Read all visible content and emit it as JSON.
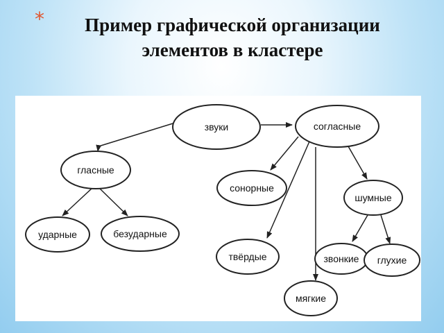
{
  "slide": {
    "bullet": "*",
    "title_line1": "Пример графической организации",
    "title_line2": "элементов в кластере"
  },
  "diagram": {
    "nodes": [
      {
        "id": "zvuki",
        "label": "звуки"
      },
      {
        "id": "soglasnye",
        "label": "согласные"
      },
      {
        "id": "glasnye",
        "label": "гласные"
      },
      {
        "id": "udarnye",
        "label": "ударные"
      },
      {
        "id": "bezudarnye",
        "label": "безударные"
      },
      {
        "id": "sonornye",
        "label": "сонорные"
      },
      {
        "id": "shumnye",
        "label": "шумные"
      },
      {
        "id": "tverdye",
        "label": "твёрдые"
      },
      {
        "id": "zvonkie",
        "label": "звонкие"
      },
      {
        "id": "gluhie",
        "label": "глухие"
      },
      {
        "id": "myagkie",
        "label": "мягкие"
      }
    ],
    "edges": [
      {
        "from": "zvuki",
        "to": "soglasnye"
      },
      {
        "from": "zvuki",
        "to": "glasnye"
      },
      {
        "from": "glasnye",
        "to": "udarnye"
      },
      {
        "from": "glasnye",
        "to": "bezudarnye"
      },
      {
        "from": "soglasnye",
        "to": "sonornye"
      },
      {
        "from": "soglasnye",
        "to": "shumnye"
      },
      {
        "from": "soglasnye",
        "to": "tverdye"
      },
      {
        "from": "soglasnye",
        "to": "myagkie"
      },
      {
        "from": "shumnye",
        "to": "zvonkie"
      },
      {
        "from": "shumnye",
        "to": "gluhie"
      }
    ]
  }
}
